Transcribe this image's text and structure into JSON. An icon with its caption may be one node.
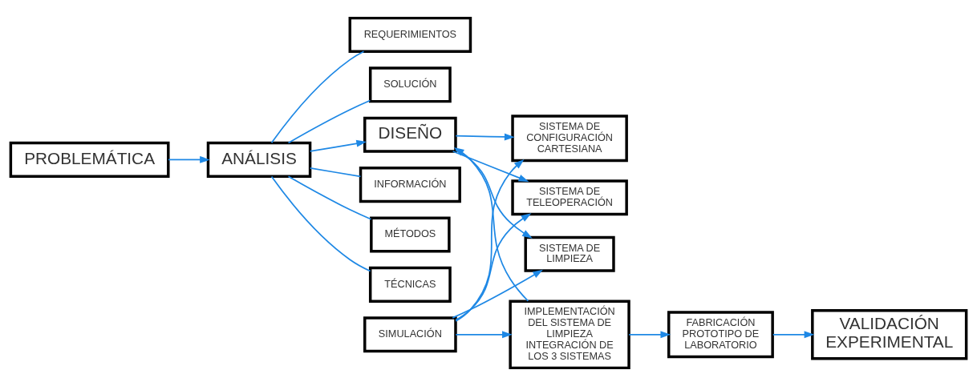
{
  "diagram": {
    "nodes": [
      {
        "text": [
          "PROBLEMÁTICA"
        ]
      },
      {
        "text": [
          "ANÁLISIS"
        ]
      },
      {
        "text": [
          "INFORMACIÓN"
        ]
      },
      {
        "text": [
          "MÉTODOS"
        ]
      },
      {
        "text": [
          "TÉCNICAS"
        ]
      },
      {
        "text": [
          "REQUERIMIENTOS"
        ]
      },
      {
        "text": [
          "SOLUCIÓN"
        ]
      },
      {
        "text": [
          "DISEÑO"
        ]
      },
      {
        "text": [
          "SISTEMA DE CONFIGURACIÓN CARTESIANA"
        ]
      },
      {
        "text": [
          "SISTEMA DE TELEOPERACIÓN"
        ]
      },
      {
        "text": [
          "SISTEMA DE LIMPIEZA"
        ]
      },
      {
        "text": [
          "SIMULACIÓN"
        ]
      },
      {
        "text": [
          "IMPLEMENTACIÓN DEL SISTEMA DE LIMPIEZA INTEGRACIÓN DE LOS 3 SISTEMAS"
        ]
      },
      {
        "text": [
          "FABRICACIÓN PROTOTIPO DE LABORATORIO"
        ]
      },
      {
        "text": [
          "VALIDACIÓN EXPERIMENTAL"
        ]
      }
    ],
    "edges": [
      {
        "from": 0,
        "to": 1,
        "arrow": "to"
      },
      {
        "from": 1,
        "to": 7,
        "arrow": "to"
      },
      {
        "from": 1,
        "to": 2,
        "arrow": "none"
      },
      {
        "from": 1,
        "to": 3,
        "arrow": "none"
      },
      {
        "from": 1,
        "to": 4,
        "arrow": "none"
      },
      {
        "from": 1,
        "to": 5,
        "arrow": "none"
      },
      {
        "from": 1,
        "to": 6,
        "arrow": "none"
      },
      {
        "from": 7,
        "to": 8,
        "arrow": "to"
      },
      {
        "from": 7,
        "to": 9,
        "arrow": "to"
      },
      {
        "from": 7,
        "to": 10,
        "arrow": "to"
      },
      {
        "from": 11,
        "to": 8,
        "arrow": "to"
      },
      {
        "from": 11,
        "to": 9,
        "arrow": "to"
      },
      {
        "from": 11,
        "to": 10,
        "arrow": "to"
      },
      {
        "from": 11,
        "to": 12,
        "arrow": "to"
      },
      {
        "from": 12,
        "to": 13,
        "arrow": "to"
      },
      {
        "from": 12,
        "to": 7,
        "arrow": "to"
      },
      {
        "from": 13,
        "to": 14,
        "arrow": "to"
      }
    ]
  }
}
